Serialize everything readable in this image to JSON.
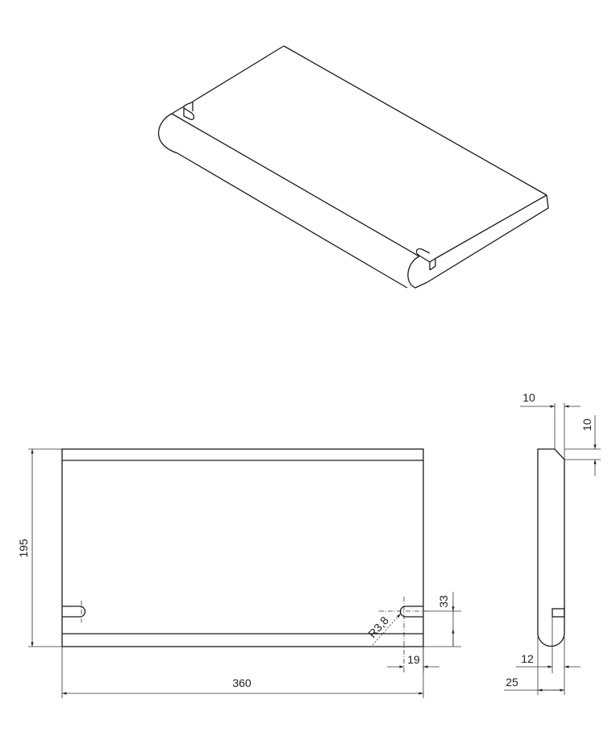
{
  "drawing": {
    "front_view": {
      "height_dim": "195",
      "width_dim": "360",
      "slot_offset_dim": "33",
      "slot_depth_dim": "19",
      "radius_dim": "R3,8"
    },
    "side_view": {
      "chamfer_h_dim": "10",
      "chamfer_v_dim": "10",
      "slot_width_dim": "12",
      "thickness_dim": "25"
    },
    "colors": {
      "line": "#1a1a1a",
      "background": "#ffffff"
    }
  }
}
